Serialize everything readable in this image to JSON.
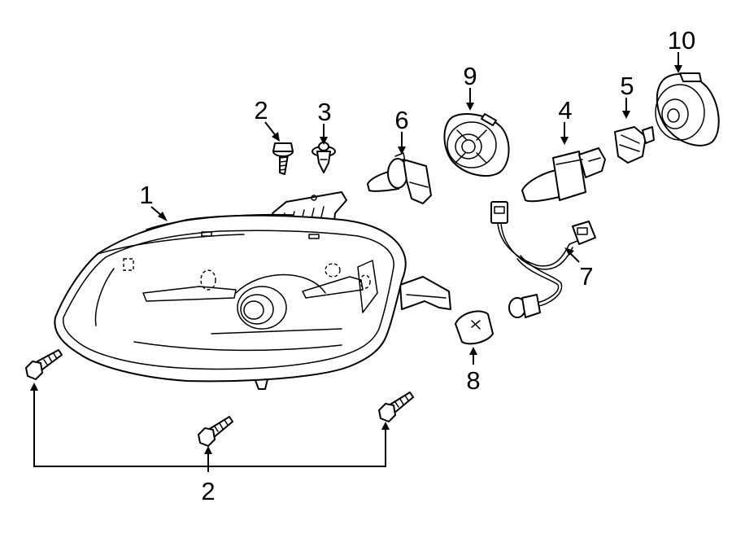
{
  "diagram": {
    "callouts": {
      "headlamp_assembly": "1",
      "screw_top": "2",
      "screw_bottom": "2",
      "clip": "3",
      "high_beam_bulb": "4",
      "bulb_socket": "5",
      "low_beam_bulb": "6",
      "wiring_harness": "7",
      "side_marker_bulb": "8",
      "dust_cap_small": "9",
      "dust_cap_large": "10"
    },
    "colors": {
      "line": "#000000",
      "background": "#ffffff"
    }
  }
}
